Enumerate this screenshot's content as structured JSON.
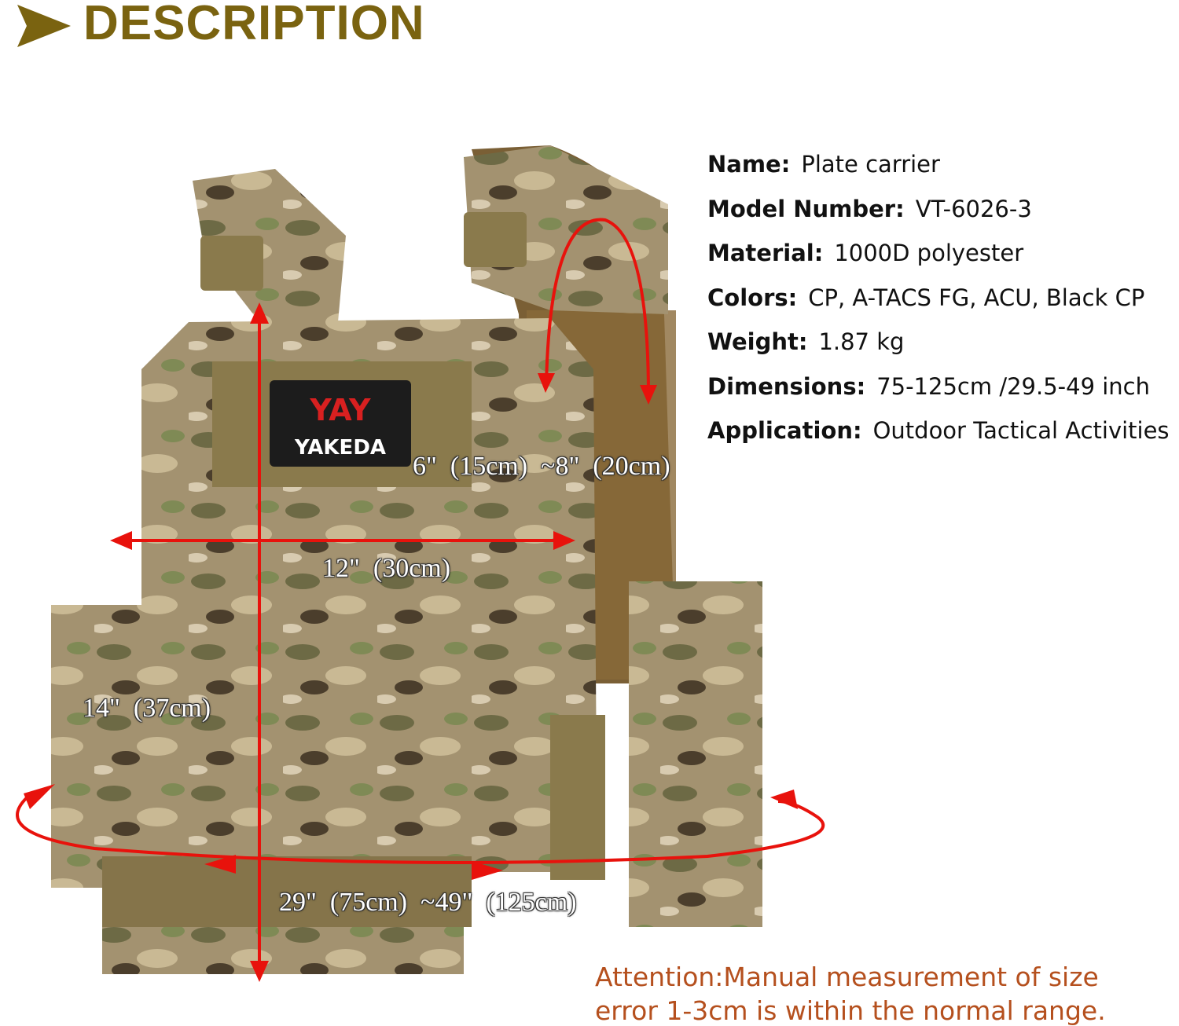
{
  "header": {
    "title": "DESCRIPTION",
    "color": "#7a6310",
    "icon": "play-arrow-icon"
  },
  "product_image": {
    "brand_patch": "YAKEDA",
    "measurements": {
      "shoulder": "6\"  (15cm)  ~8\"  (20cm)",
      "width": "12\"  (30cm)",
      "height": "14\"  (37cm)",
      "waist": "29\"  (75cm)  ~49\"  (125cm)"
    },
    "arrow_color": "#e8120c"
  },
  "specs": [
    {
      "label": "Name:",
      "value": "Plate carrier"
    },
    {
      "label": "Model Number:",
      "value": "VT-6026-3"
    },
    {
      "label": "Material:",
      "value": "1000D  polyester"
    },
    {
      "label": "Colors:",
      "value": "CP, A-TACS FG, ACU, Black CP"
    },
    {
      "label": "Weight:",
      "value": "1.87 kg"
    },
    {
      "label": "Dimensions:",
      "value": "75-125cm /29.5-49 inch"
    },
    {
      "label": "Application:",
      "value": "Outdoor Tactical Activities"
    }
  ],
  "attention": "Attention:Manual measurement of size\nerror 1-3cm is within the normal range.",
  "attention_color": "#b5501e"
}
